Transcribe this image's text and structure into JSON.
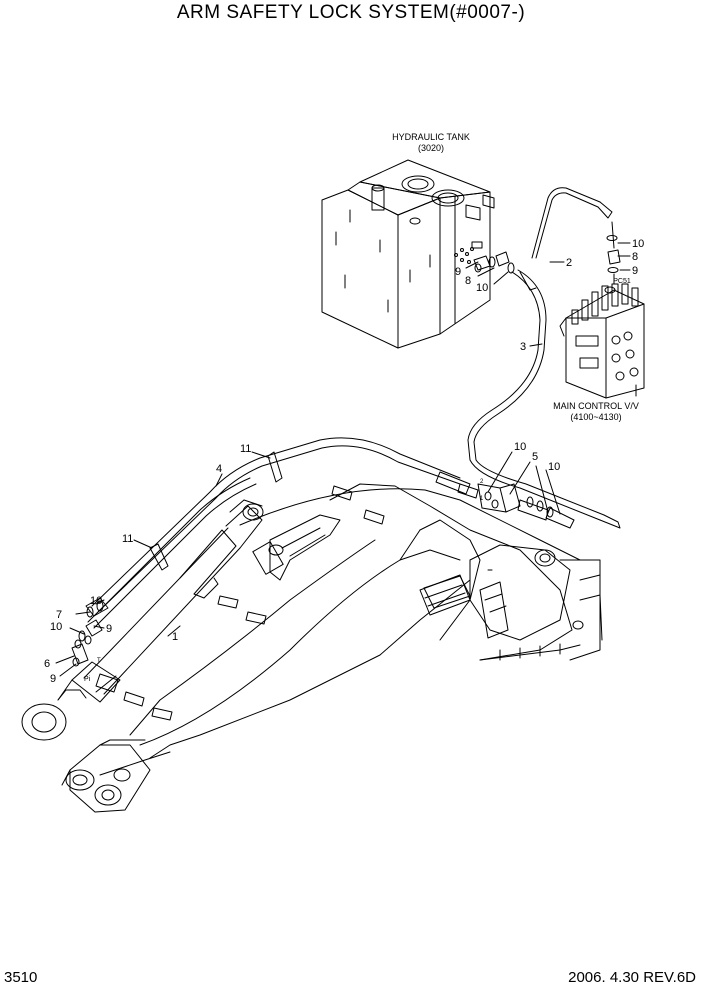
{
  "title": "ARM SAFETY LOCK SYSTEM(#0007-)",
  "page_number": "3510",
  "revision": "2006. 4.30 REV.6D",
  "components": {
    "hydraulic_tank": {
      "name": "HYDRAULIC TANK",
      "ref": "(3020)"
    },
    "main_control_valve": {
      "name": "MAIN CONTROL V/V",
      "ref": "(4100~4130)"
    }
  },
  "port_labels": {
    "pc51": "PC51",
    "pi": "Pi",
    "t": "T",
    "one": "1",
    "two": "2"
  },
  "callouts": {
    "c10a": "10",
    "c8a": "8",
    "c9a": "9",
    "c2": "2",
    "c9b": "9",
    "c8b": "8",
    "c10b": "10",
    "c3": "3",
    "c11a": "11",
    "c4": "4",
    "c10c": "10",
    "c5": "5",
    "c10d": "10",
    "c11b": "11",
    "c10e": "10",
    "c7": "7",
    "c9c": "9",
    "c10f": "10",
    "c1": "1",
    "c6": "6",
    "c9d": "9"
  }
}
